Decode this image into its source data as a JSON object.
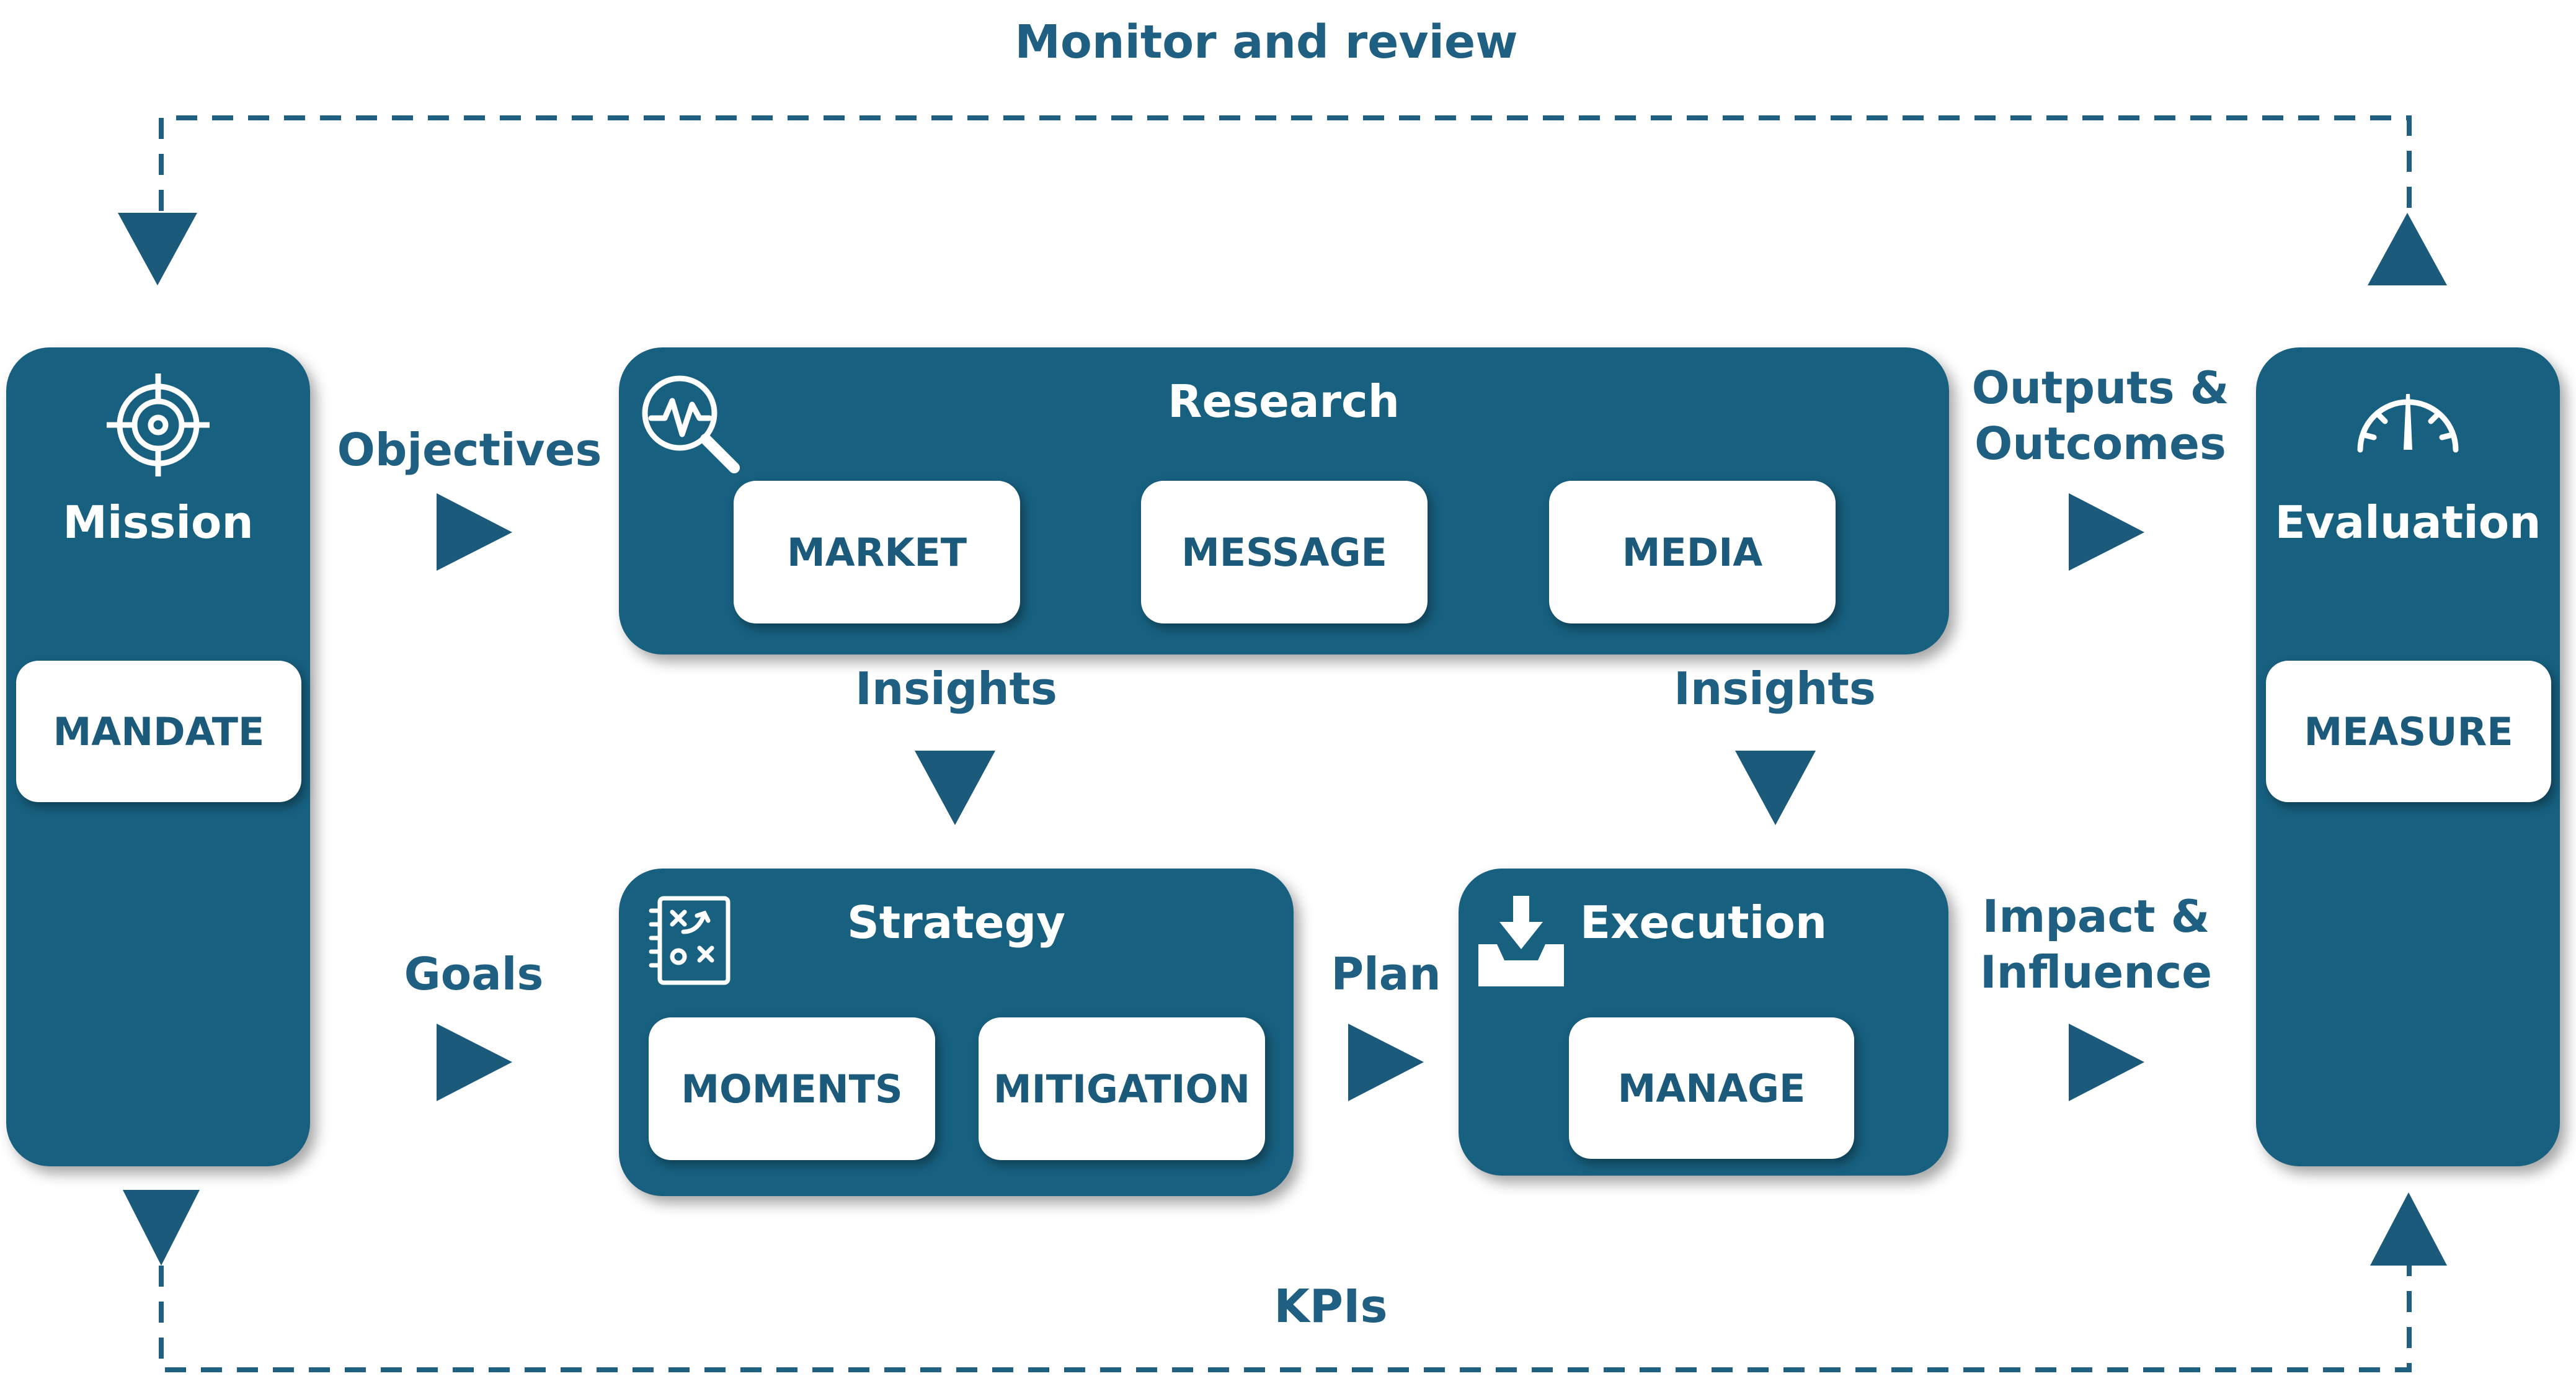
{
  "loop": {
    "top_label": "Monitor and review",
    "bottom_label": "KPIs"
  },
  "flows": {
    "objectives": "Objectives",
    "goals": "Goals",
    "insights_left": "Insights",
    "insights_right": "Insights",
    "plan": "Plan",
    "outputs_line1": "Outputs &",
    "outputs_line2": "Outcomes",
    "impact_line1": "Impact &",
    "impact_line2": "Influence"
  },
  "panels": {
    "mission": {
      "title": "Mission",
      "items": [
        "MANDATE"
      ],
      "icon": "target-icon"
    },
    "research": {
      "title": "Research",
      "items": [
        "MARKET",
        "MESSAGE",
        "MEDIA"
      ],
      "icon": "analytics-magnifier-icon"
    },
    "strategy": {
      "title": "Strategy",
      "items": [
        "MOMENTS",
        "MITIGATION"
      ],
      "icon": "tactics-board-icon"
    },
    "execution": {
      "title": "Execution",
      "items": [
        "MANAGE"
      ],
      "icon": "inbox-download-icon"
    },
    "evaluation": {
      "title": "Evaluation",
      "items": [
        "MEASURE"
      ],
      "icon": "gauge-icon"
    }
  },
  "colors": {
    "panel_fill": "#17607f",
    "label_text": "#1f5f82",
    "arrow_fill": "#1b5a7a",
    "chip_fill": "#ffffff"
  }
}
